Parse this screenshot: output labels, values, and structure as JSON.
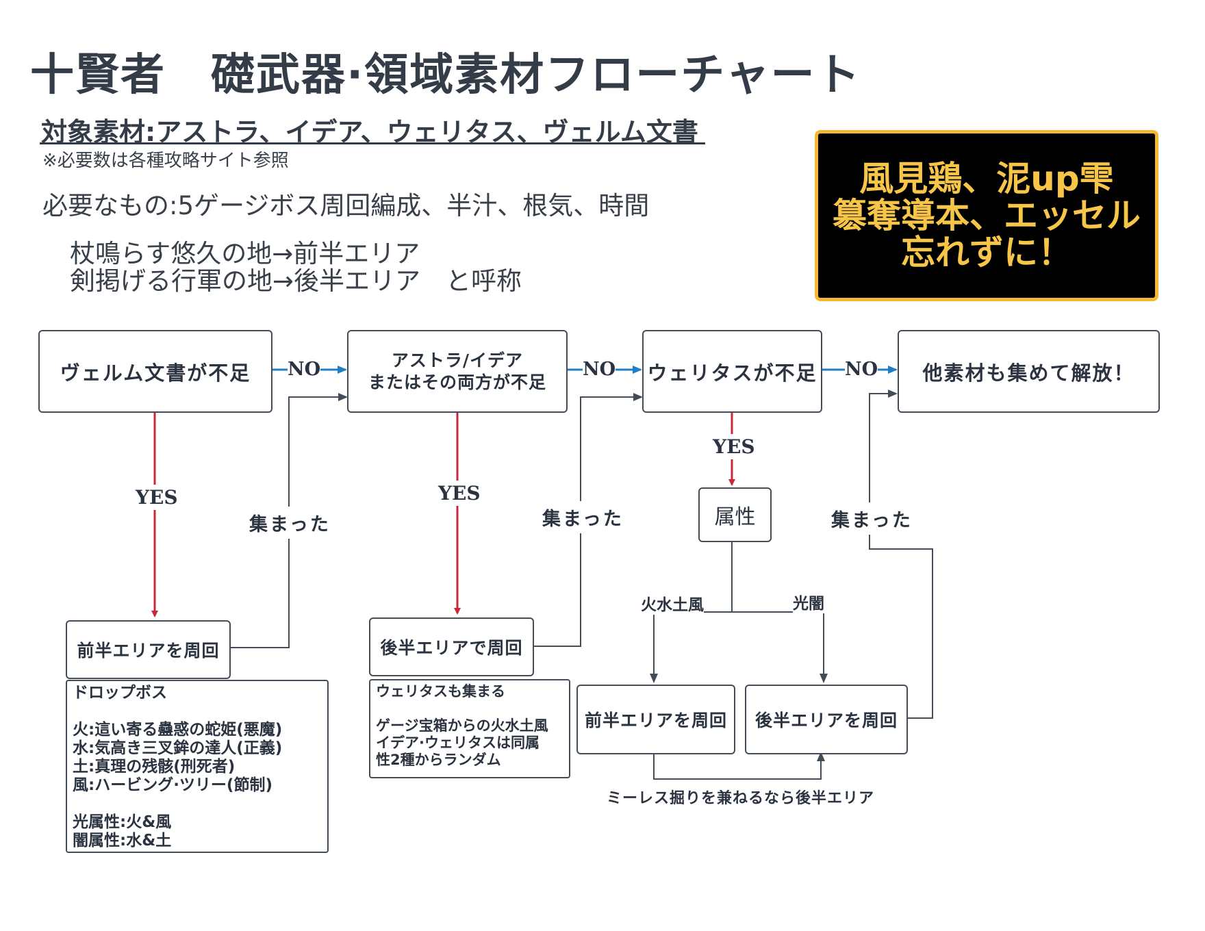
{
  "header": {
    "title": "十賢者　礎武器·領域素材フローチャート",
    "target_materials": "対象素材:アストラ、イデア、ウェリタス、ヴェルム文書",
    "note": "※必要数は各種攻略サイト参照",
    "needs": "必要なもの:5ゲージボス周回編成、半汁、根気、時間",
    "alias_line1": "杖鳴らす悠久の地→前半エリア",
    "alias_line2": "剣掲げる行軍の地→後半エリア　と呼称"
  },
  "callout": {
    "line1": "風見鶏、泥up雫",
    "line2": "簒奪導本、エッセル",
    "line3": "忘れずに！",
    "background": "#000000",
    "border_color": "#f5b82e",
    "text_color": "#f7c548"
  },
  "flow": {
    "node_vellum": "ヴェルム文書が不足",
    "node_astra_line1": "アストラ/イデア",
    "node_astra_line2": "またはその両方が不足",
    "node_veritas": "ウェリタスが不足",
    "node_done": "他素材も集めて解放！",
    "node_first_area": "前半エリアを周回",
    "node_second_area": "後半エリアで周回",
    "node_element": "属性",
    "node_first_area_2": "前半エリアを周回",
    "node_second_area_2": "後半エリアを周回",
    "label_yes": "YES",
    "label_no": "NO",
    "label_collected": "集まった",
    "label_branch_left": "火水土風",
    "label_branch_right": "光闇",
    "label_bottom": "ミーレス掘りを兼ねるなら後半エリア",
    "drop_box": [
      "ドロップボス",
      "",
      "火:這い寄る蠱惑の蛇姫(悪魔)",
      "水:気高き三叉鉾の達人(正義)",
      "土:真理の残骸(刑死者)",
      "風:ハービング·ツリー(節制)",
      "",
      "光属性:火&風",
      "闇属性:水&土"
    ],
    "veritas_box": [
      "ウェリタスも集まる",
      "",
      "ゲージ宝箱からの火水土風",
      "イデア·ウェリタスは同属",
      "性2種からランダム"
    ],
    "colors": {
      "yes_arrow": "#c8283a",
      "no_arrow": "#1f7fc4",
      "line": "#444c58"
    }
  }
}
